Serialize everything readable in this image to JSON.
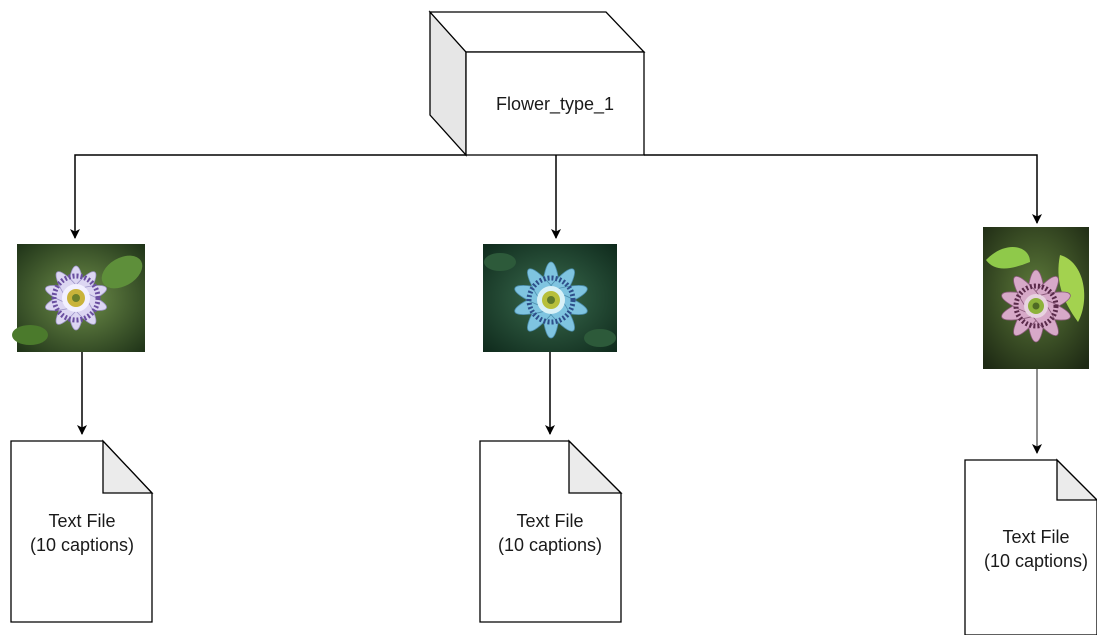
{
  "root": {
    "label": "Flower_type_1"
  },
  "branches": [
    {
      "image": "passion-flower-image",
      "file": {
        "line1": "Text File",
        "line2": "(10 captions)"
      }
    },
    {
      "image": "passion-flower-image",
      "file": {
        "line1": "Text File",
        "line2": "(10 captions)"
      }
    },
    {
      "image": "passion-flower-image",
      "file": {
        "line1": "Text File",
        "line2": "(10 captions)"
      }
    }
  ],
  "colors": {
    "stroke": "#000000",
    "cube_side": "#e6e6e6",
    "page_fold": "#ebebeb",
    "text": "#1a1a1a"
  }
}
